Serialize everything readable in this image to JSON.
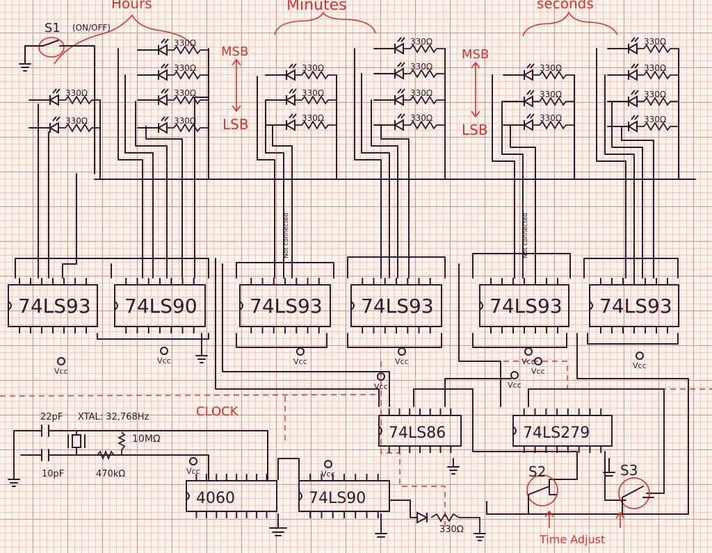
{
  "sections": {
    "hours": "Hours",
    "minutes": "Minutes",
    "seconds": "seconds",
    "clock": "CLOCK"
  },
  "switches": {
    "s1": "S1",
    "s1_note": "(ON/OFF)",
    "s2": "S2",
    "s3": "S3",
    "time_adjust": "Time Adjust"
  },
  "bit_order": {
    "msb": "MSB",
    "lsb": "LSB"
  },
  "resistor_label": "330Ω",
  "not_connected": "Not connected",
  "vcc": "Vcc",
  "chips": {
    "hours_a": "74LS93",
    "hours_b": "74LS90",
    "minutes_a": "74LS93",
    "minutes_b": "74LS93",
    "seconds_a": "74LS93",
    "seconds_b": "74LS93",
    "xor": "74LS86",
    "latch": "74LS279",
    "osc": "4060",
    "div": "74LS90"
  },
  "clock_parts": {
    "cap1": "22pF",
    "xtal": "XTAL: 32,768Hz",
    "res1": "10MΩ",
    "cap2": "10pF",
    "res2": "470kΩ",
    "led_res": "330Ω"
  },
  "colors": {
    "ink": "#2a1a2a",
    "red_ink": "#d8322a",
    "grid": "#f08a78",
    "paper": "#fdf3ee"
  }
}
